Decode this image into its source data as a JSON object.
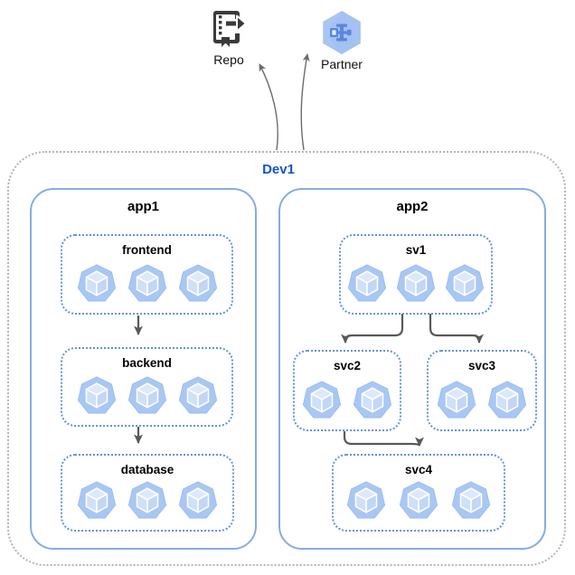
{
  "diagram": {
    "type": "kubernetes-environment-architecture",
    "external_nodes": {
      "repo": {
        "label": "Repo",
        "icon": "source-repository-icon"
      },
      "partner": {
        "label": "Partner",
        "icon": "hexagon-partner-icon"
      }
    },
    "environment": {
      "label": "Dev1",
      "label_color": "#1155cc",
      "border_style": "dotted-gray"
    },
    "apps": {
      "app1": {
        "label": "app1",
        "services": [
          {
            "label": "frontend",
            "replicas": 3
          },
          {
            "label": "backend",
            "replicas": 3
          },
          {
            "label": "database",
            "replicas": 3
          }
        ]
      },
      "app2": {
        "label": "app2",
        "services": [
          {
            "label": "sv1",
            "replicas": 3
          },
          {
            "label": "svc2",
            "replicas": 2
          },
          {
            "label": "svc3",
            "replicas": 2
          },
          {
            "label": "svc4",
            "replicas": 3
          }
        ]
      }
    },
    "edges": [
      {
        "from": "frontend",
        "to": "backend"
      },
      {
        "from": "backend",
        "to": "database"
      },
      {
        "from": "sv1",
        "to": "svc2"
      },
      {
        "from": "sv1",
        "to": "svc3"
      },
      {
        "from": "svc2",
        "to": "svc4"
      },
      {
        "from": "Dev1",
        "to": "Repo"
      },
      {
        "from": "Dev1",
        "to": "Partner"
      }
    ],
    "colors": {
      "env_border": "#b4b4b4",
      "app_border": "#88abe4",
      "service_border": "#6591dc",
      "pod_fill": "#a9c7f3",
      "arrow": "#595959",
      "env_label": "#1155cc",
      "repo_icon": "#3a3a3a",
      "partner_hexagon": "#a8c5f3",
      "partner_glyph": "#5c85de"
    }
  }
}
